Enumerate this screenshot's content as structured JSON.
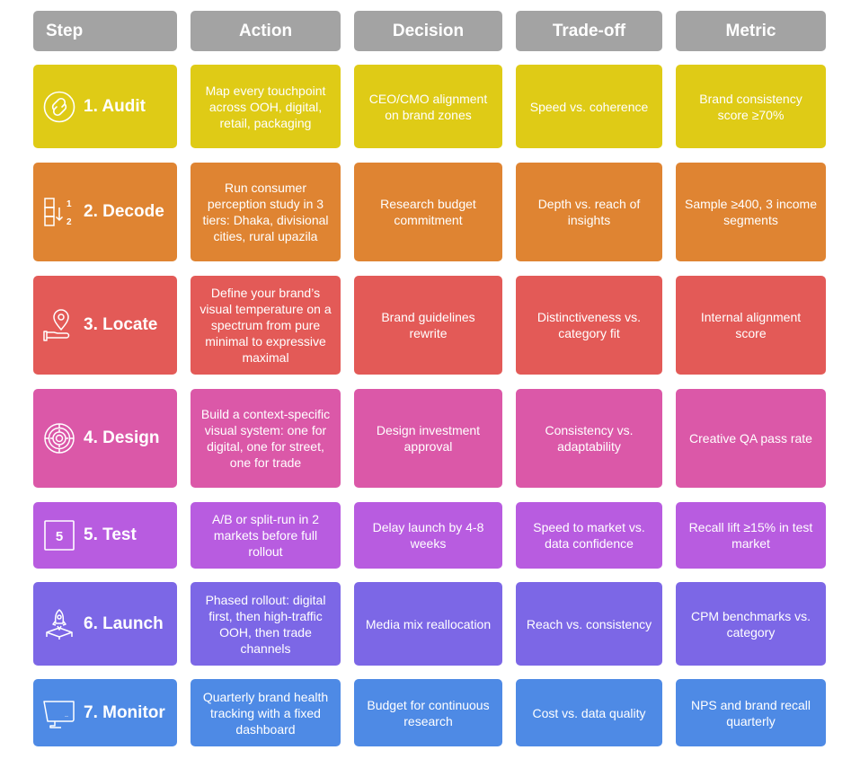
{
  "headers": {
    "step": "Step",
    "action": "Action",
    "decision": "Decision",
    "tradeoff": "Trade-off",
    "metric": "Metric"
  },
  "colors": {
    "header": "#a3a3a3",
    "row1": "#dfcb16",
    "row2": "#df8432",
    "row3": "#e35a57",
    "row4": "#db58a8",
    "row5": "#b85ce0",
    "row6": "#7c67e6",
    "row7": "#4e8ae5"
  },
  "rows": [
    {
      "step": "1. Audit",
      "icon": "link-circle-icon",
      "action": "Map every touchpoint across OOH, digital, retail, packaging",
      "decision": "CEO/CMO alignment on brand zones",
      "tradeoff": "Speed vs. coherence",
      "metric": "Brand consistency score ≥70%"
    },
    {
      "step": "2. Decode",
      "icon": "sort-numeric-icon",
      "action": "Run consumer perception study in 3 tiers: Dhaka, divisional cities, rural upazila",
      "decision": "Research budget commitment",
      "tradeoff": "Depth vs. reach of insights",
      "metric": "Sample ≥400, 3 income segments"
    },
    {
      "step": "3. Locate",
      "icon": "location-pin-hand-icon",
      "action": "Define your brand’s visual temperature on a spectrum from pure minimal to expressive maximal",
      "decision": "Brand guidelines rewrite",
      "tradeoff": "Distinctiveness vs. category fit",
      "metric": "Internal alignment score"
    },
    {
      "step": "4. Design",
      "icon": "target-maze-icon",
      "action": "Build a context-specific visual system: one for digital, one for street, one for trade",
      "decision": "Design investment approval",
      "tradeoff": "Consistency vs. adaptability",
      "metric": "Creative QA pass rate"
    },
    {
      "step": "5. Test",
      "icon": "number-five-box-icon",
      "icon_text": "5",
      "action": "A/B or split-run in 2 markets before full rollout",
      "decision": "Delay launch by 4-8 weeks",
      "tradeoff": "Speed to market vs. data confidence",
      "metric": "Recall lift ≥15% in test market"
    },
    {
      "step": "6. Launch",
      "icon": "rocket-launch-icon",
      "action": "Phased rollout: digital first, then high-traffic OOH, then trade channels",
      "decision": "Media mix reallocation",
      "tradeoff": "Reach vs. consistency",
      "metric": "CPM benchmarks vs. category"
    },
    {
      "step": "7. Monitor",
      "icon": "monitor-icon",
      "action": "Quarterly brand health tracking with a fixed dashboard",
      "decision": "Budget for continuous research",
      "tradeoff": "Cost vs. data quality",
      "metric": "NPS and brand recall quarterly"
    }
  ]
}
